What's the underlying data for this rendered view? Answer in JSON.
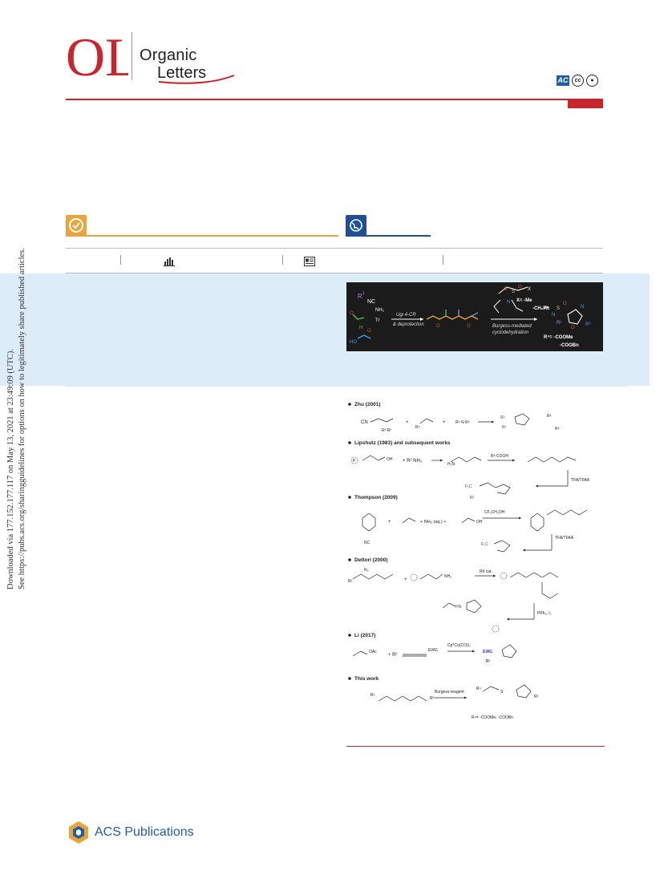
{
  "journal": {
    "logo_letters": "OL",
    "name_line1": "Organic",
    "name_line2": "Letters",
    "access_badge": "AC",
    "cc_badge": "cc",
    "brand_color": "#c8252c",
    "accent_blue": "#1f5ea8"
  },
  "badges": {
    "check_icon": "check-icon",
    "globe_icon": "globe-icon",
    "check_color": "#e8a53c",
    "globe_color": "#1f4f96"
  },
  "metrics": {
    "icons": [
      "bars-icon",
      "article-icon"
    ]
  },
  "watermark": {
    "line1": "Downloaded via 177.152.177.117 on May 13, 2021 at 23:49:09 (UTC).",
    "line2": "See https://pubs.acs.org/sharingguidelines for options on how to legitimately share published articles."
  },
  "toc_graphic": {
    "amine_label": "NH₂",
    "trityl_label": "Tr",
    "ugi_label": "Ugi 4-CR",
    "deprotection_label": "& deprotection",
    "burgess_label": "Burgess-mediated",
    "cyclo_label": "cyclodehydration",
    "x_label": "X= -Me",
    "x_label2": "-CH₂Ph",
    "r4_label": "R⁴= -COOMe",
    "r4_label2": "-COOBn",
    "isocyanide_label": "NC"
  },
  "scheme": {
    "panels": [
      {
        "title": "Zhu (2001)"
      },
      {
        "title": "Lipshutz (1983) and subsequent works"
      },
      {
        "title": "Thompson (2009)"
      },
      {
        "title": "Dettori (2000)"
      },
      {
        "title": "Li (2017)"
      },
      {
        "title": "This work"
      }
    ],
    "labels": {
      "r3cooh": "R³-COOH",
      "tfa": "TFA/TFAA",
      "tfe": "CF₃CH₂OH",
      "nh3": "+ NH₃ (aq.) +",
      "rh": "Rh cat.",
      "pph3": "PPh₃, I₂",
      "cp": "Cp*Co(CO)I₂",
      "burgess": "Burgess reagent",
      "r4def": "R⁴= -COOMe; -COOBn",
      "ewg": "EWG",
      "oac": "OAc",
      "cn": "CN",
      "n2": "N₂",
      "f3c": "F₃C"
    }
  },
  "publisher": {
    "name": "ACS Publications"
  }
}
